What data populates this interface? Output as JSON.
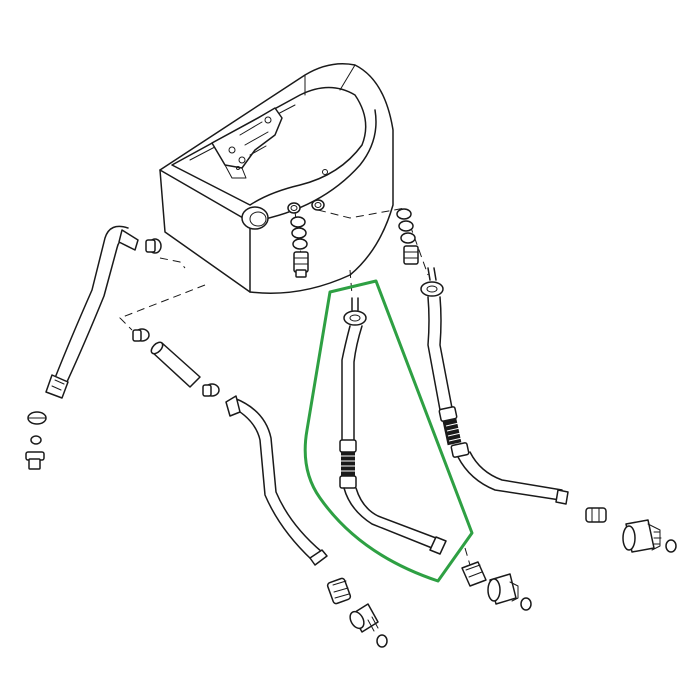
{
  "diagram": {
    "kind": "exploded-parts-drawing",
    "highlight_color": "#2ea043",
    "line_color": "#1a1a1a",
    "background_color": "#ffffff",
    "parts": [
      "oil-tank",
      "upper-hose-left",
      "lower-hose-left",
      "highlighted-pipe",
      "right-pipe",
      "fittings",
      "o-rings",
      "drain-plug"
    ]
  }
}
